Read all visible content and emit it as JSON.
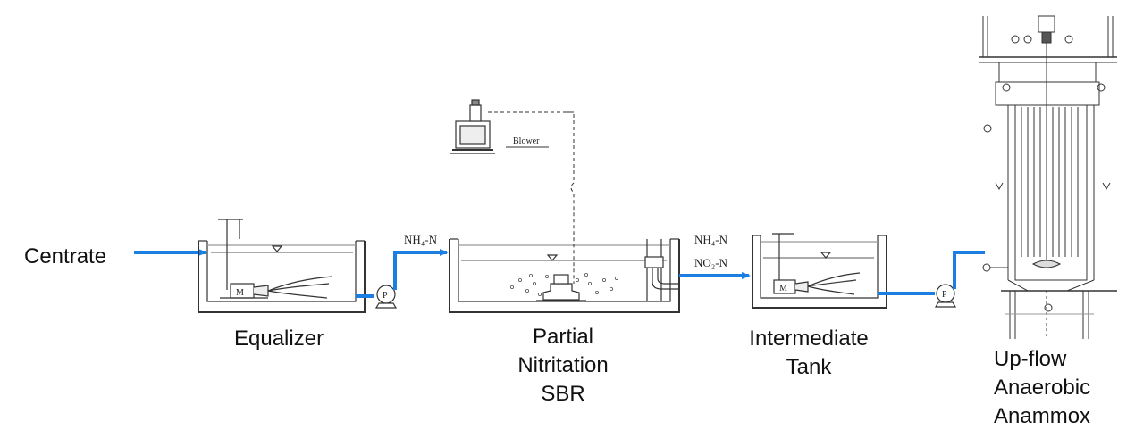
{
  "labels": {
    "centrate": "Centrate",
    "equalizer": "Equalizer",
    "sbr": [
      "Partial",
      "Nitritation",
      "SBR"
    ],
    "intermediate": [
      "Intermediate",
      "Tank"
    ],
    "anammox": [
      "Up-flow",
      "Anaerobic",
      "Anammox"
    ]
  },
  "flow_labels": {
    "nh4_1": "NH₄-N",
    "nh4_2": "NH₄-N",
    "no2": "NO₂-N"
  },
  "equipment": {
    "blower": "Blower",
    "pump": "P",
    "motor": "M"
  },
  "colors": {
    "flow": "#1a7fe0",
    "line": "#333333"
  }
}
